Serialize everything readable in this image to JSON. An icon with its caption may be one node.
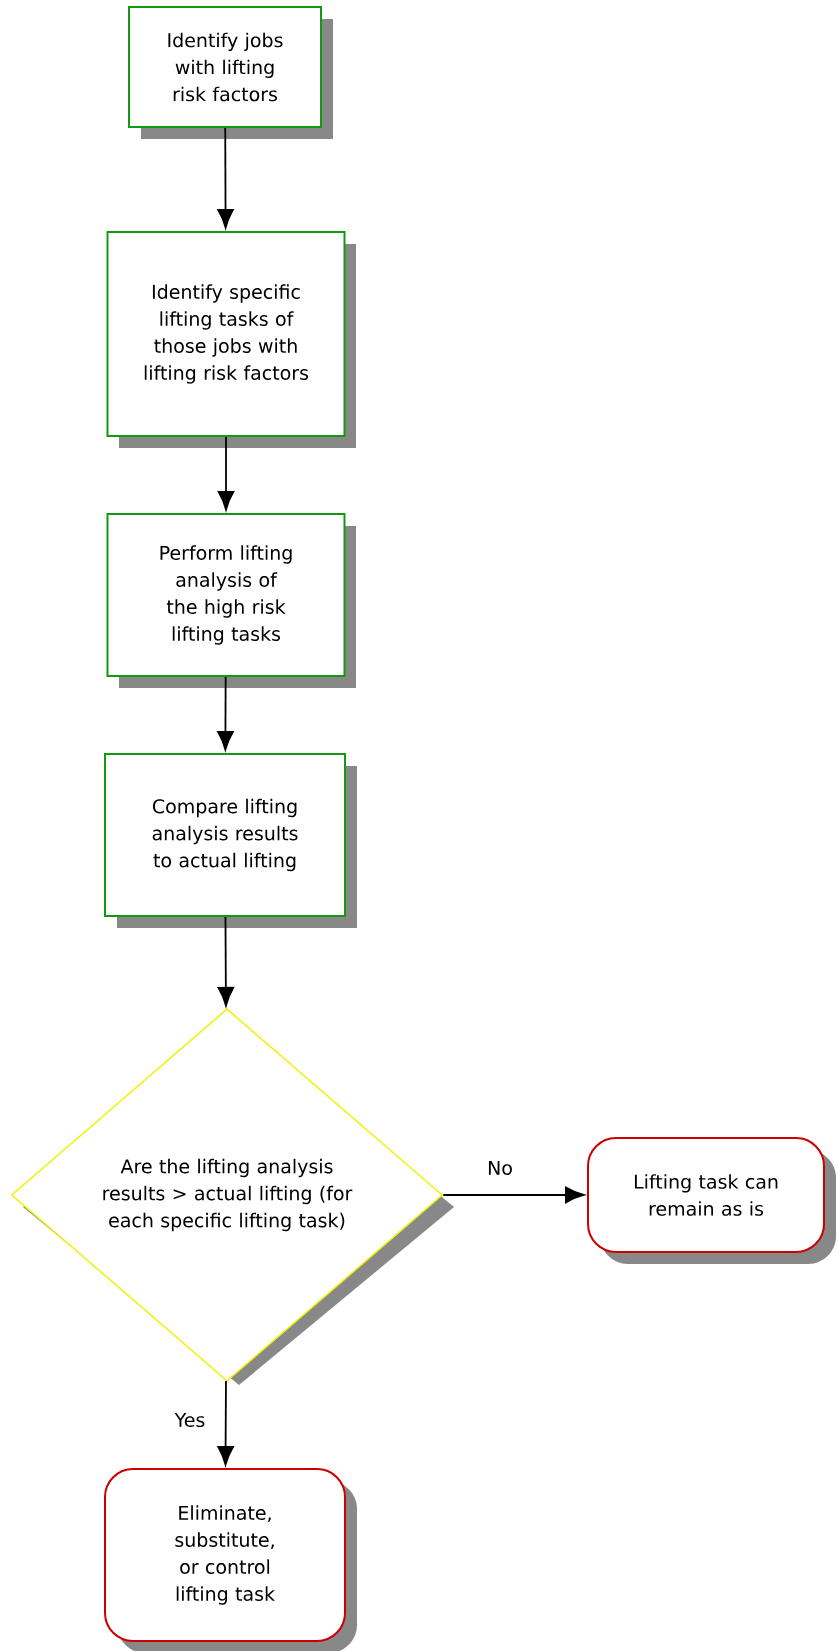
{
  "diagram": {
    "nodes": [
      {
        "text": [
          "Identify jobs with lifting risk factors"
        ]
      },
      {
        "text": [
          "Identify specific lifting tasks of those jobs with lifting risk factors"
        ]
      },
      {
        "text": [
          "Perform lifting analysis of the high risk lifting tasks"
        ]
      },
      {
        "text": [
          "Compare lifting analysis results to actual lifting"
        ]
      },
      {
        "text": [
          "Are the lifting analysis results > actual lifting (for each specific lifting task)"
        ]
      },
      {
        "text": [
          "Lifting task can remain as is"
        ]
      },
      {
        "text": [
          "Eliminate, substitute, or control lifting task"
        ]
      }
    ],
    "edges": [
      {
        "from": 0,
        "to": 1,
        "arrow": "to"
      },
      {
        "from": 1,
        "to": 2,
        "arrow": "to"
      },
      {
        "from": 2,
        "to": 3,
        "arrow": "to"
      },
      {
        "from": 3,
        "to": 4,
        "arrow": "to"
      },
      {
        "from": 4,
        "to": 5,
        "arrow": "to",
        "label": "No"
      },
      {
        "from": 4,
        "to": 6,
        "arrow": "to",
        "label": "Yes"
      }
    ]
  }
}
